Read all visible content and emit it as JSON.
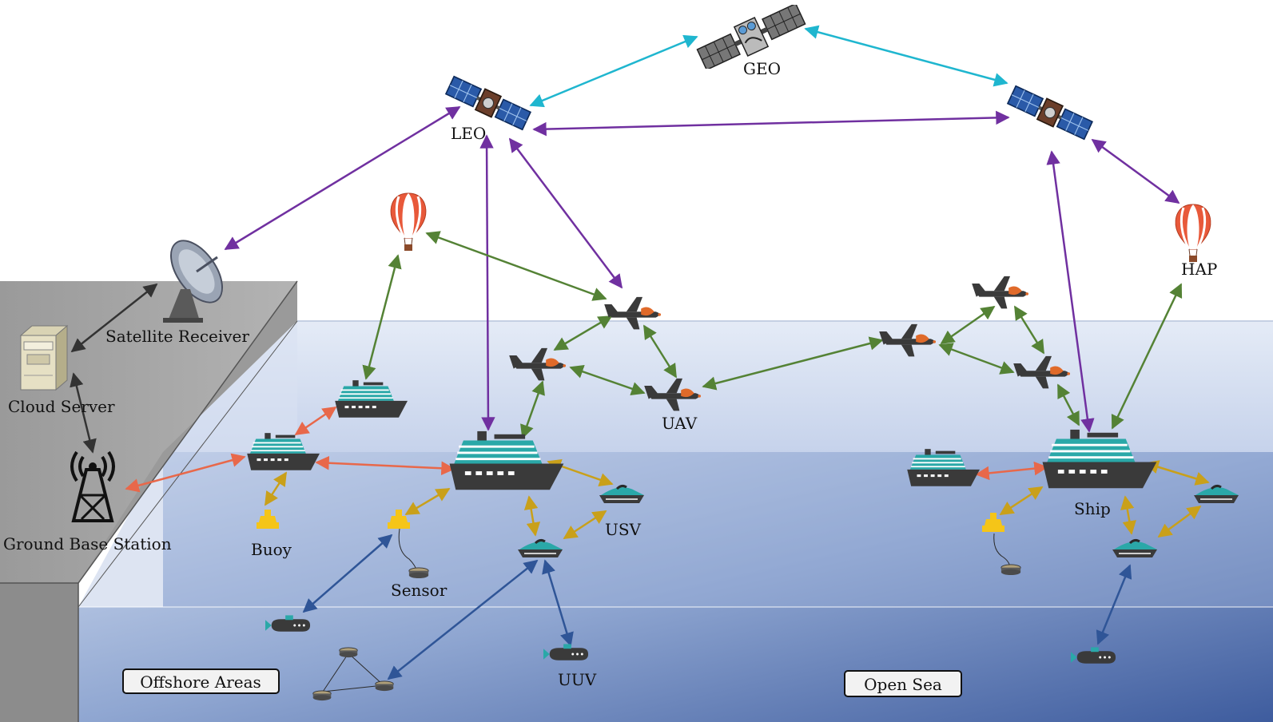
{
  "labels": {
    "geo": "GEO",
    "leo": "LEO",
    "hap": "HAP",
    "uav": "UAV",
    "usv": "USV",
    "uuv": "UUV",
    "ship": "Ship",
    "buoy": "Buoy",
    "sensor": "Sensor",
    "satellite_receiver": "Satellite Receiver",
    "cloud_server": "Cloud Server",
    "ground_base_station": "Ground Base Station",
    "offshore_areas": "Offshore Areas",
    "open_sea": "Open Sea"
  },
  "colors": {
    "satellite_link": "#7030a0",
    "geo_link": "#1fb6cf",
    "air_link": "#548235",
    "ship_link": "#e8684a",
    "surface_link": "#c9a01a",
    "underwater_link": "#2f5597",
    "ground_link": "#333333",
    "sea_shallow": "#c9d6ec",
    "sea_deep": "#4a66a3",
    "land": "#a6a6a6",
    "vehicle": "#3a3a3a",
    "teal": "#2aa8a8",
    "balloon": "#e8593a",
    "buoy": "#f5c518"
  }
}
